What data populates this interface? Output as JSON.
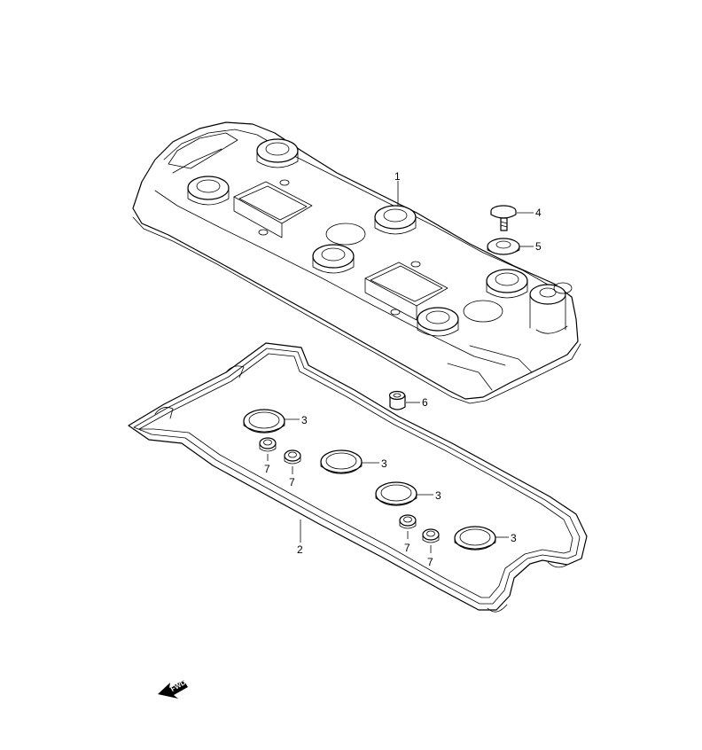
{
  "diagram": {
    "callouts": {
      "cover": "1",
      "gasket": "2",
      "seal_a": "3",
      "seal_b": "3",
      "seal_c": "3",
      "seal_d": "3",
      "bolt": "4",
      "washer": "5",
      "dowel": "6",
      "plug_a": "7",
      "plug_b": "7",
      "plug_c": "7",
      "plug_d": "7"
    },
    "direction_marker": {
      "label": "FWD"
    }
  }
}
